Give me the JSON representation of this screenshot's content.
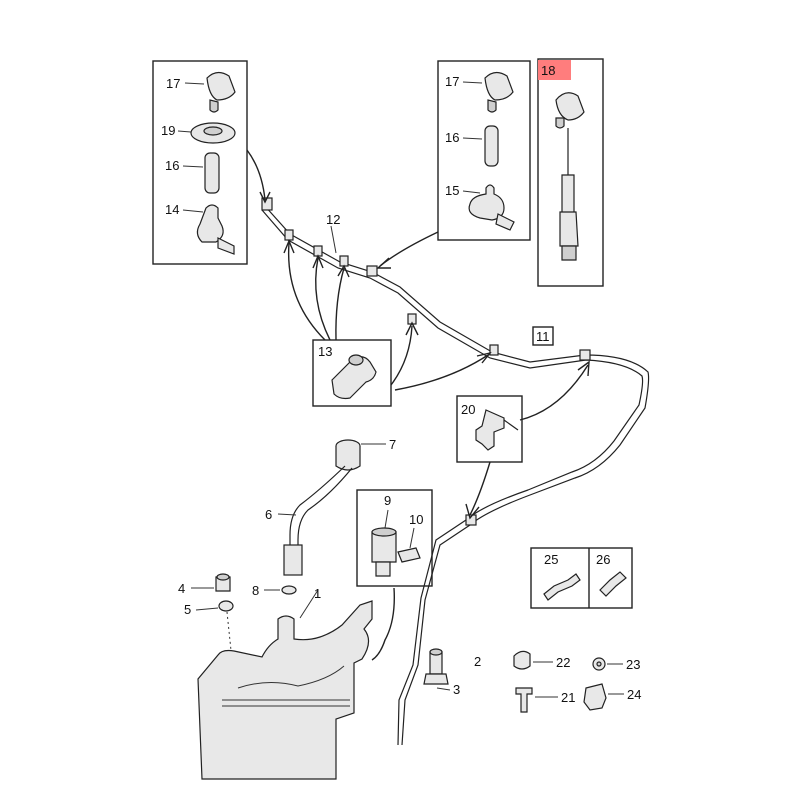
{
  "labels": {
    "l1": "1",
    "l2": "2",
    "l3": "3",
    "l4": "4",
    "l5": "5",
    "l6": "6",
    "l7": "7",
    "l8": "8",
    "l9": "9",
    "l10": "10",
    "l11": "11",
    "l12": "12",
    "l13": "13",
    "l14": "14",
    "l15": "15",
    "l16a": "16",
    "l16b": "16",
    "l17a": "17",
    "l17b": "17",
    "l18": "18",
    "l19": "19",
    "l20": "20",
    "l21": "21",
    "l22": "22",
    "l23": "23",
    "l24": "24",
    "l25": "25",
    "l26": "26"
  },
  "colors": {
    "highlight": "#ff7d7d",
    "ink": "#222222",
    "part_fill": "#e8e8e8"
  },
  "highlighted_part": "18"
}
